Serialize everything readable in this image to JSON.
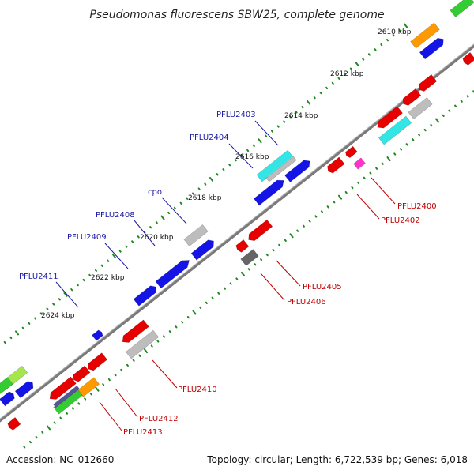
{
  "title": "Pseudomonas fluorescens SBW25, complete genome",
  "footer": {
    "accession": "Accession: NC_012660",
    "summary": "Topology: circular; Length: 6,722,539 bp; Genes: 6,018"
  },
  "ticks": [
    "2610 kbp",
    "2612 kbp",
    "2614 kbp",
    "2616 kbp",
    "2618 kbp",
    "2620 kbp",
    "2622 kbp",
    "2624 kbp"
  ],
  "gene_labels": [
    {
      "text": "PFLU2403",
      "strand": "forward"
    },
    {
      "text": "PFLU2404",
      "strand": "forward"
    },
    {
      "text": "cpo",
      "strand": "forward"
    },
    {
      "text": "PFLU2408",
      "strand": "forward"
    },
    {
      "text": "PFLU2409",
      "strand": "forward"
    },
    {
      "text": "PFLU2411",
      "strand": "forward"
    },
    {
      "text": "PFLU2400",
      "strand": "reverse"
    },
    {
      "text": "PFLU2402",
      "strand": "reverse"
    },
    {
      "text": "PFLU2405",
      "strand": "reverse"
    },
    {
      "text": "PFLU2406",
      "strand": "reverse"
    },
    {
      "text": "PFLU2410",
      "strand": "reverse"
    },
    {
      "text": "PFLU2412",
      "strand": "reverse"
    },
    {
      "text": "PFLU2413",
      "strand": "reverse"
    }
  ],
  "colors": {
    "backbone": "#808080",
    "forward_cds": "#1414e6",
    "reverse_cds": "#e60000",
    "grey_feature": "#bdbdbd",
    "cyan_feature": "#33e6e6",
    "orange_feature": "#ff9900",
    "green_feature": "#33cc33",
    "magenta_feature": "#ff33cc",
    "tick_green": "#228822",
    "label_blue": "#1a1aa8",
    "label_red": "#c00000"
  }
}
